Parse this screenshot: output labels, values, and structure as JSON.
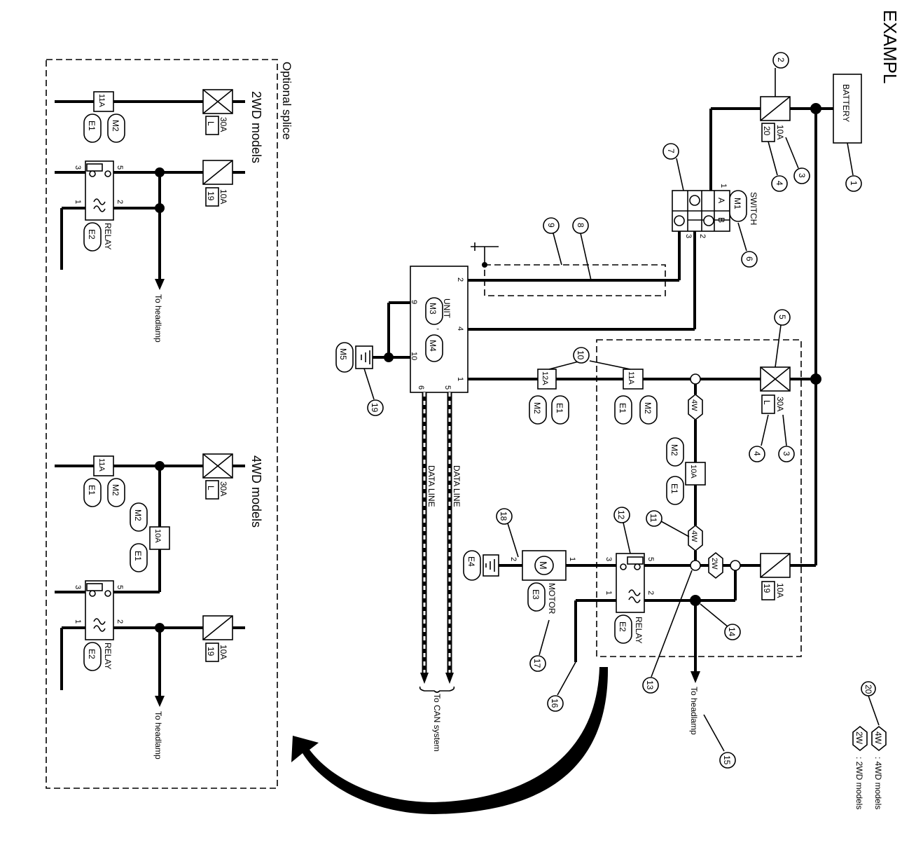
{
  "title": "EXAMPL",
  "legend": {
    "four_wd_tag": "4W",
    "four_wd_text": ": 4WD models",
    "two_wd_tag": "2W",
    "two_wd_text": ": 2WD models",
    "callout": "20"
  },
  "components": {
    "battery": "BATTERY",
    "switch": "SWITCH",
    "switch_conn": "M1",
    "switch_a": "A",
    "switch_b": "B",
    "unit": "UNIT",
    "unit_conn1": "M3",
    "unit_conn2": "M4",
    "motor": "MOTOR",
    "motor_conn": "E3",
    "relay": "RELAY",
    "relay_conn": "E2",
    "ground_m5": "M5",
    "ground_e4": "E4"
  },
  "fuses": {
    "f10a_20_rating": "10A",
    "f10a_20_num": "20",
    "f30a_rating": "30A",
    "f30a_num": "L",
    "f10a_19_rating": "10A",
    "f10a_19_num": "19"
  },
  "connectors": {
    "c11a": "11A",
    "c12a": "12A",
    "c10a": "10A",
    "e1": "E1",
    "m2": "M2"
  },
  "wire_tags": {
    "w4": "4W",
    "w2": "2W"
  },
  "pins": [
    "1",
    "2",
    "3",
    "4",
    "5",
    "6",
    "9",
    "10"
  ],
  "data_line_1": "DATA LINE",
  "data_line_2": "DATA LINE",
  "to_can": "To CAN system",
  "to_headlamp": "To headlamp",
  "callouts": [
    "1",
    "2",
    "3",
    "4",
    "5",
    "6",
    "7",
    "8",
    "9",
    "10",
    "11",
    "12",
    "13",
    "14",
    "15",
    "16",
    "17",
    "18",
    "19"
  ],
  "optional_splice": {
    "title": "Optional splice",
    "two_wd": "2WD models",
    "four_wd": "4WD models",
    "to_headlamp": "To headlamp",
    "relay": "RELAY"
  }
}
